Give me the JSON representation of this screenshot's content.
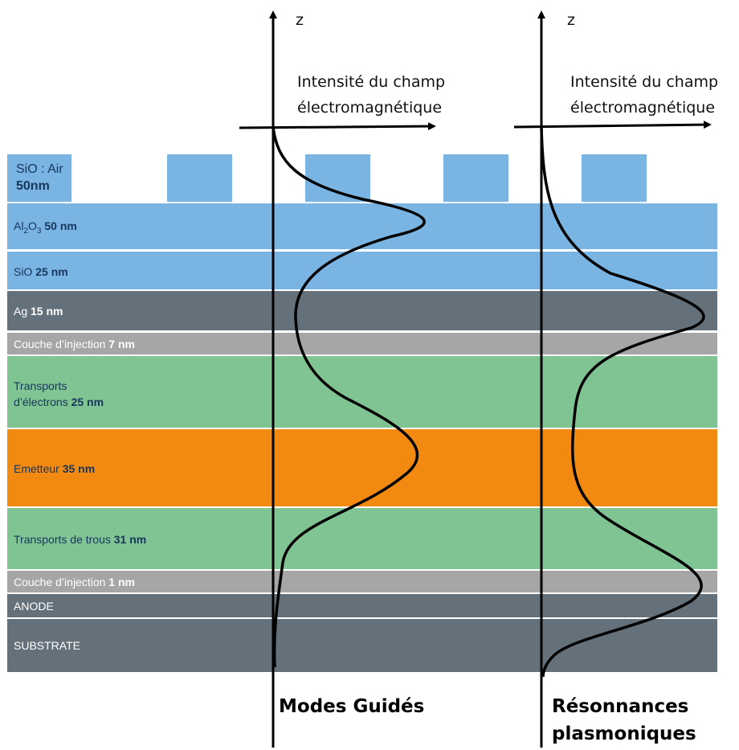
{
  "colors": {
    "oxide_blue": "#79b4e3",
    "metal_grey": "#64717b",
    "injection_grey": "#a6a6a6",
    "transport_green": "#80c494",
    "emitter_orange": "#f28a12",
    "label_dark_blue": "#16365c",
    "white": "#ffffff"
  },
  "grating": {
    "label_line1": "SiO : Air",
    "label_line2": "50nm"
  },
  "layers": [
    {
      "id": "al2o3",
      "prefix": "Al",
      "sub1": "2",
      "mid": "O",
      "sub2": "3",
      "bold": "50 nm"
    },
    {
      "id": "sio",
      "name": "SiO",
      "bold": "25 nm"
    },
    {
      "id": "ag",
      "name": "Ag",
      "bold": "15 nm"
    },
    {
      "id": "inj_top",
      "name": "Couche d’injection",
      "bold": "7 nm"
    },
    {
      "id": "etl",
      "name_line1": "Transports",
      "name_line2": "d’électrons",
      "bold": "25 nm"
    },
    {
      "id": "emitter",
      "name": "Emetteur",
      "bold": "35 nm"
    },
    {
      "id": "htl",
      "name": "Transports de trous",
      "bold": "31 nm"
    },
    {
      "id": "inj_bot",
      "name": "Couche d’injection",
      "bold": "1 nm"
    },
    {
      "id": "anode",
      "name": "ANODE"
    },
    {
      "id": "substrate",
      "name": "SUBSTRATE"
    }
  ],
  "panels": [
    {
      "z_label": "z",
      "intensity_line1": "Intensité du champ",
      "intensity_line2": "électromagnétique",
      "caption_line1": "Modes Guidés",
      "caption_line2": ""
    },
    {
      "z_label": "z",
      "intensity_line1": "Intensité du champ",
      "intensity_line2": "électromagnétique",
      "caption_line1": "Résonnances",
      "caption_line2": "plasmoniques"
    }
  ]
}
